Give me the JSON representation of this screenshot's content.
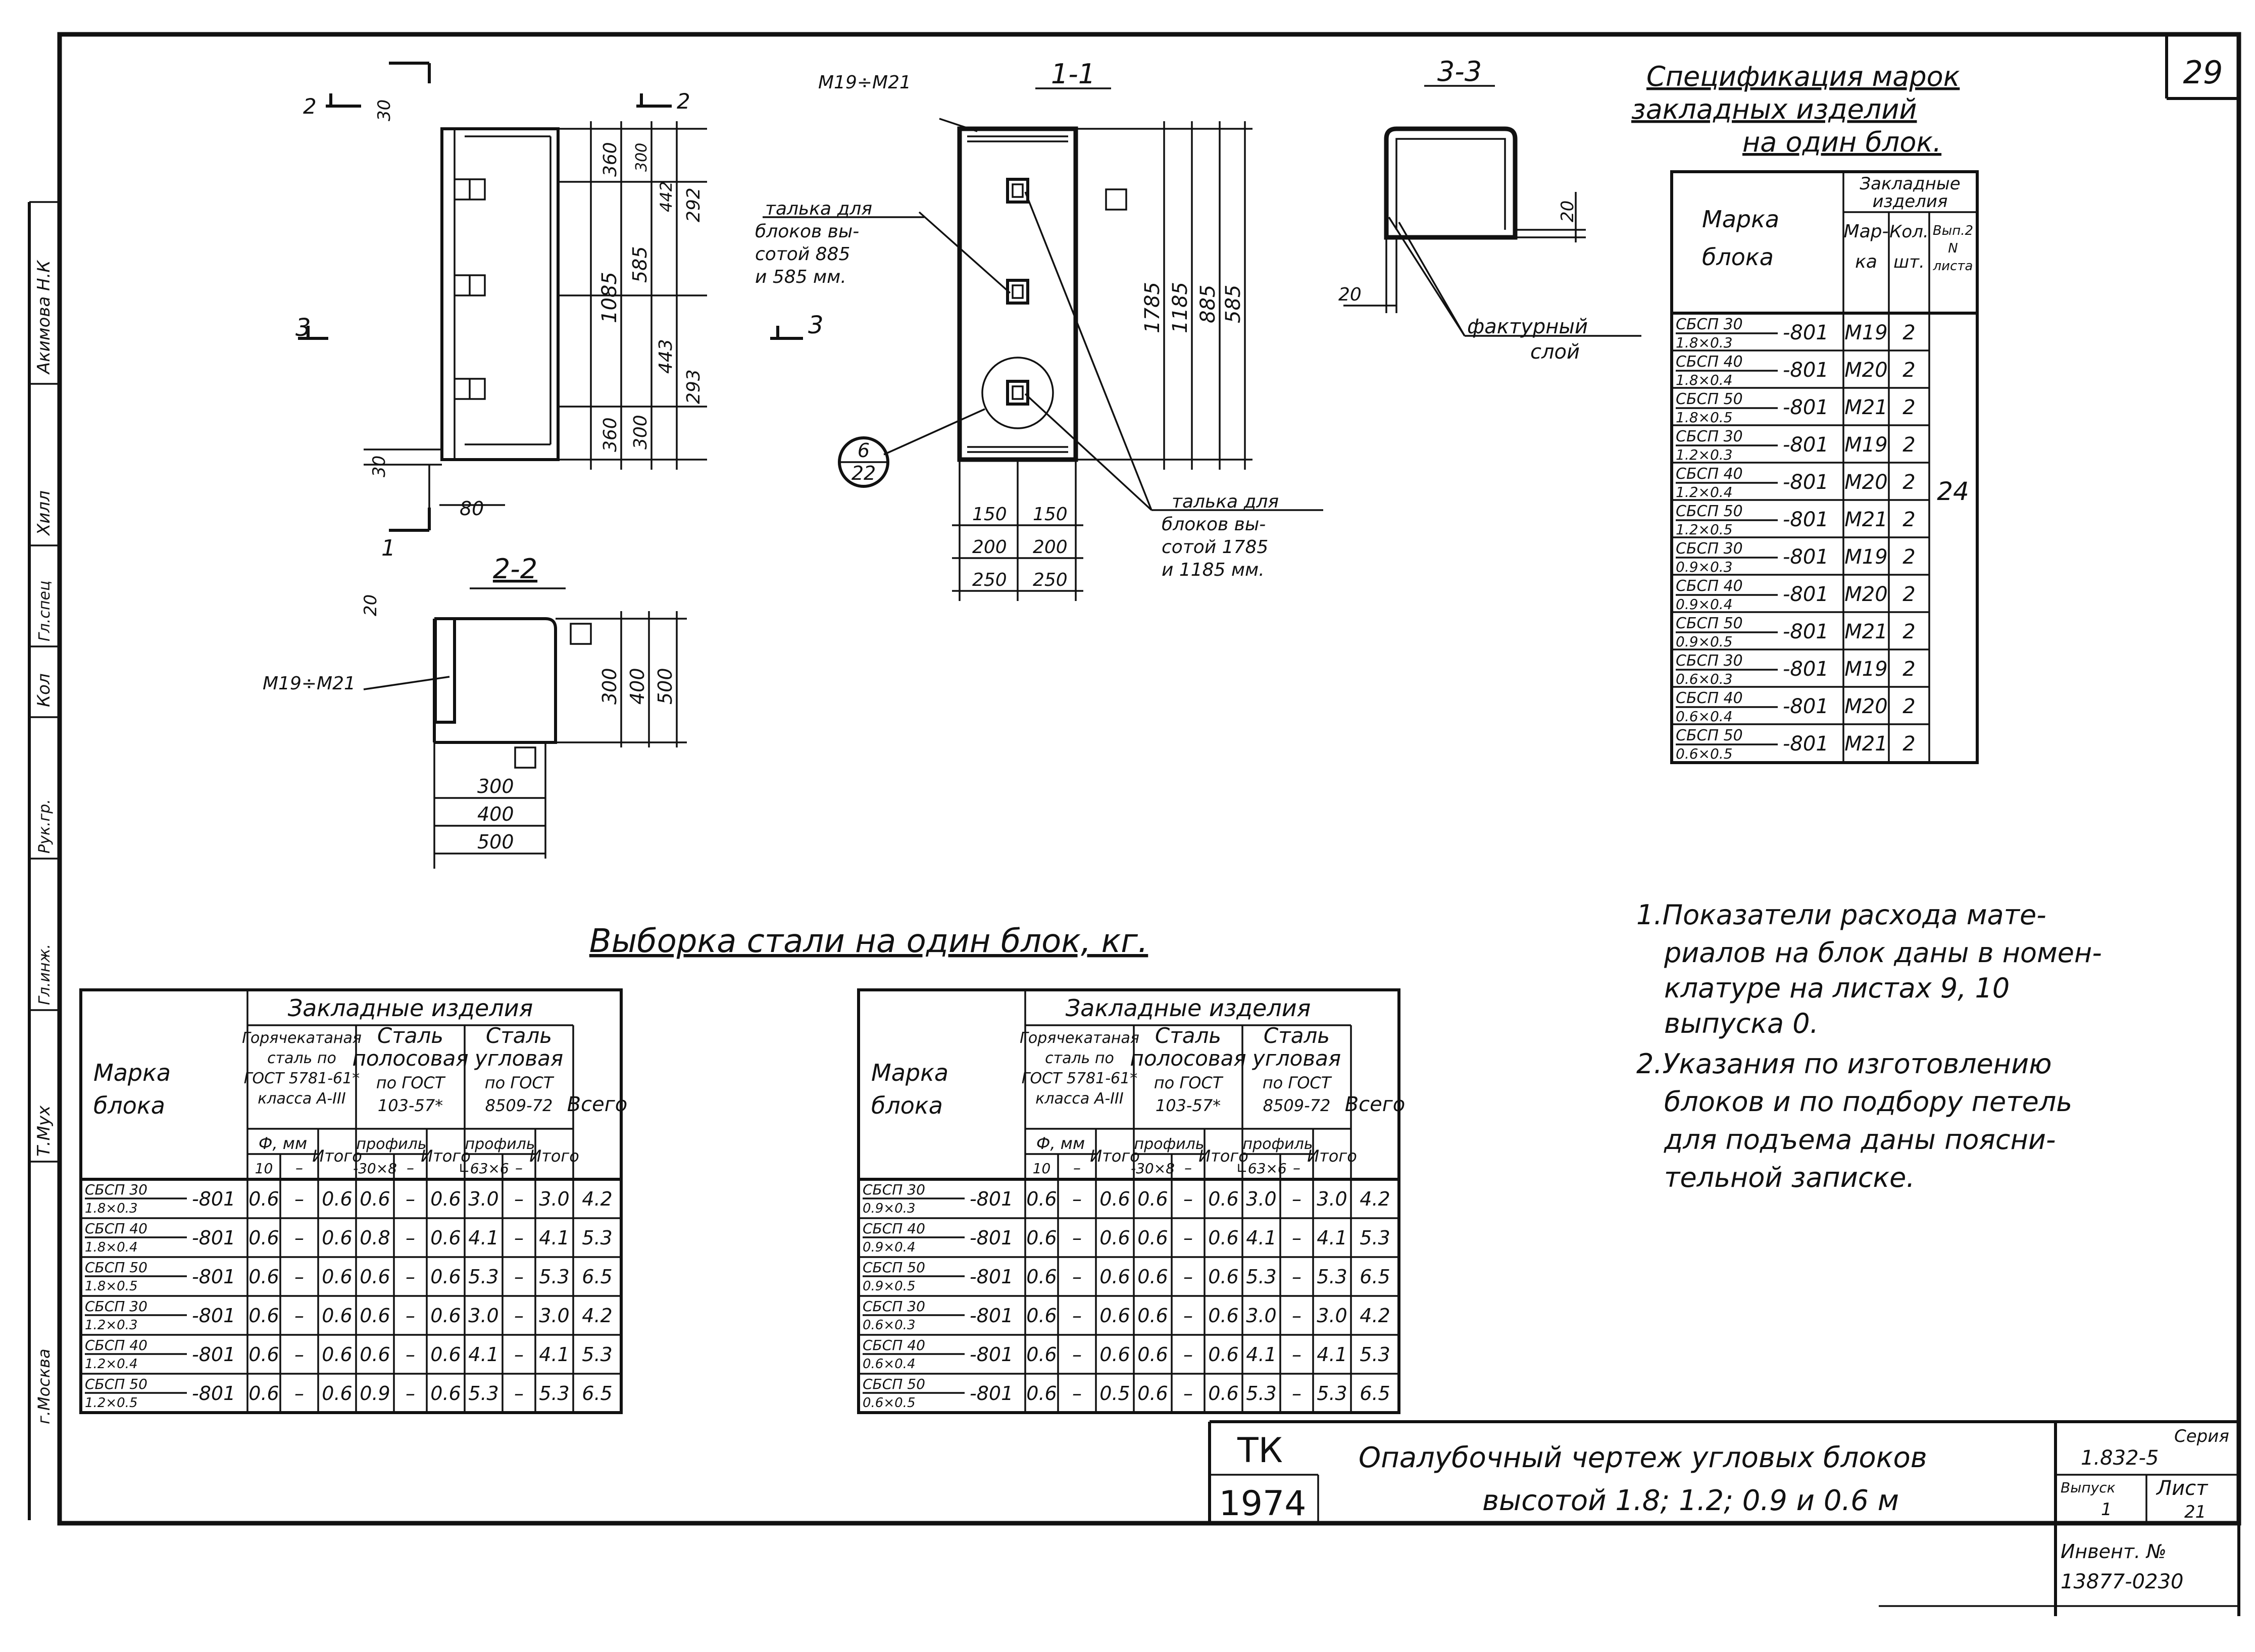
{
  "sheet_no": "29",
  "left_strip": [
    "Акимова Н.К",
    "Хилл",
    "Гл.спец",
    "Кол",
    "Рук.гр.",
    "Гл.инж.",
    "Т.Мух",
    "г.Москва"
  ],
  "elevation": {
    "cut_marks": [
      "2",
      "2",
      "3",
      "3",
      "1"
    ],
    "dims_left": [
      "30",
      "30",
      "80"
    ],
    "dims_col1": [
      "360",
      "1085",
      "360"
    ],
    "dims_col2": [
      "300",
      "585",
      "300"
    ],
    "dims_col3": [
      "442",
      "443"
    ],
    "dims_col4": [
      "292",
      "293"
    ]
  },
  "section22": {
    "title": "2-2",
    "callout": "М19÷М21",
    "dim20": "20",
    "dim_h": [
      "300",
      "400",
      "500"
    ],
    "dim_w": [
      "300",
      "400",
      "500"
    ]
  },
  "section11": {
    "title": "1-1",
    "callout_top": "М19÷М21",
    "note_a": [
      "талька для",
      "блоков вы-",
      "сотой 885",
      "и 585 мм."
    ],
    "note_b": [
      "талька для",
      "блоков вы-",
      "сотой 1785",
      "и 1185 мм."
    ],
    "node_top": "6",
    "node_bot": "22",
    "dims_h": [
      "1785",
      "1185",
      "885",
      "585"
    ],
    "dims_w": [
      [
        "150",
        "150"
      ],
      [
        "200",
        "200"
      ],
      [
        "250",
        "250"
      ]
    ]
  },
  "section33": {
    "title": "3-3",
    "dim_a": "20",
    "dim_b": "20",
    "label": [
      "фактурный",
      "слой"
    ]
  },
  "spec": {
    "title": [
      "Спецификация марок",
      "закладных изделий",
      "на один блок."
    ],
    "col_mark": [
      "Марка",
      "блока"
    ],
    "col_group": [
      "Закладные",
      "изделия"
    ],
    "col_sub": [
      [
        "Мар-",
        "ка"
      ],
      [
        "Кол.",
        "шт."
      ],
      [
        "Вып.2",
        "N",
        "листа"
      ]
    ],
    "rows": [
      {
        "top": "СБСП 30",
        "bot": "1.8×0.3",
        "suf": "-801",
        "mark": "М19",
        "qty": "2"
      },
      {
        "top": "СБСП 40",
        "bot": "1.8×0.4",
        "suf": "-801",
        "mark": "М20",
        "qty": "2"
      },
      {
        "top": "СБСП 50",
        "bot": "1.8×0.5",
        "suf": "-801",
        "mark": "М21",
        "qty": "2"
      },
      {
        "top": "СБСП 30",
        "bot": "1.2×0.3",
        "suf": "-801",
        "mark": "М19",
        "qty": "2"
      },
      {
        "top": "СБСП 40",
        "bot": "1.2×0.4",
        "suf": "-801",
        "mark": "М20",
        "qty": "2"
      },
      {
        "top": "СБСП 50",
        "bot": "1.2×0.5",
        "suf": "-801",
        "mark": "М21",
        "qty": "2"
      },
      {
        "top": "СБСП 30",
        "bot": "0.9×0.3",
        "suf": "-801",
        "mark": "М19",
        "qty": "2"
      },
      {
        "top": "СБСП 40",
        "bot": "0.9×0.4",
        "suf": "-801",
        "mark": "М20",
        "qty": "2"
      },
      {
        "top": "СБСП 50",
        "bot": "0.9×0.5",
        "suf": "-801",
        "mark": "М21",
        "qty": "2"
      },
      {
        "top": "СБСП 30",
        "bot": "0.6×0.3",
        "suf": "-801",
        "mark": "М19",
        "qty": "2"
      },
      {
        "top": "СБСП 40",
        "bot": "0.6×0.4",
        "suf": "-801",
        "mark": "М20",
        "qty": "2"
      },
      {
        "top": "СБСП 50",
        "bot": "0.6×0.5",
        "suf": "-801",
        "mark": "М21",
        "qty": "2"
      }
    ],
    "sheet_ref": "24"
  },
  "notes": [
    "1.Показатели расхода мате-",
    "риалов на блок даны в номен-",
    "клатуре на листах 9, 10",
    "выпуска 0.",
    "2.Указания по изготовлению",
    "блоков и по подбору петель",
    "для подъема даны поясни-",
    "тельной записке."
  ],
  "steel_title": "Выборка стали на один блок, кг.",
  "steel_head": {
    "mark": [
      "Марка",
      "блока"
    ],
    "group": "Закладные изделия",
    "g1": [
      "Горячекатаная",
      "сталь по",
      "ГОСТ 5781-61*",
      "класса А-III"
    ],
    "g2": [
      "Сталь",
      "полосовая",
      "по ГОСТ",
      "103-57*"
    ],
    "g3": [
      "Сталь",
      "угловая",
      "по ГОСТ",
      "8509-72"
    ],
    "total": "Всего",
    "phi": "Ф, мм",
    "profile": "профиль",
    "itogo": "Итого",
    "sub1": [
      "10",
      "–"
    ],
    "sub2": [
      "-30×8",
      "–"
    ],
    "sub3": [
      "∟63×6",
      "–"
    ]
  },
  "steel_left": [
    {
      "top": "СБСП 30",
      "bot": "1.8×0.3",
      "suf": "-801",
      "v": [
        "0.6",
        "–",
        "0.6",
        "0.6",
        "–",
        "0.6",
        "3.0",
        "–",
        "3.0",
        "4.2"
      ]
    },
    {
      "top": "СБСП 40",
      "bot": "1.8×0.4",
      "suf": "-801",
      "v": [
        "0.6",
        "–",
        "0.6",
        "0.8",
        "–",
        "0.6",
        "4.1",
        "–",
        "4.1",
        "5.3"
      ]
    },
    {
      "top": "СБСП 50",
      "bot": "1.8×0.5",
      "suf": "-801",
      "v": [
        "0.6",
        "–",
        "0.6",
        "0.6",
        "–",
        "0.6",
        "5.3",
        "–",
        "5.3",
        "6.5"
      ]
    },
    {
      "top": "СБСП 30",
      "bot": "1.2×0.3",
      "suf": "-801",
      "v": [
        "0.6",
        "–",
        "0.6",
        "0.6",
        "–",
        "0.6",
        "3.0",
        "–",
        "3.0",
        "4.2"
      ]
    },
    {
      "top": "СБСП 40",
      "bot": "1.2×0.4",
      "suf": "-801",
      "v": [
        "0.6",
        "–",
        "0.6",
        "0.6",
        "–",
        "0.6",
        "4.1",
        "–",
        "4.1",
        "5.3"
      ]
    },
    {
      "top": "СБСП 50",
      "bot": "1.2×0.5",
      "suf": "-801",
      "v": [
        "0.6",
        "–",
        "0.6",
        "0.9",
        "–",
        "0.6",
        "5.3",
        "–",
        "5.3",
        "6.5"
      ]
    }
  ],
  "steel_right": [
    {
      "top": "СБСП 30",
      "bot": "0.9×0.3",
      "suf": "-801",
      "v": [
        "0.6",
        "–",
        "0.6",
        "0.6",
        "–",
        "0.6",
        "3.0",
        "–",
        "3.0",
        "4.2"
      ]
    },
    {
      "top": "СБСП 40",
      "bot": "0.9×0.4",
      "suf": "-801",
      "v": [
        "0.6",
        "–",
        "0.6",
        "0.6",
        "–",
        "0.6",
        "4.1",
        "–",
        "4.1",
        "5.3"
      ]
    },
    {
      "top": "СБСП 50",
      "bot": "0.9×0.5",
      "suf": "-801",
      "v": [
        "0.6",
        "–",
        "0.6",
        "0.6",
        "–",
        "0.6",
        "5.3",
        "–",
        "5.3",
        "6.5"
      ]
    },
    {
      "top": "СБСП 30",
      "bot": "0.6×0.3",
      "suf": "-801",
      "v": [
        "0.6",
        "–",
        "0.6",
        "0.6",
        "–",
        "0.6",
        "3.0",
        "–",
        "3.0",
        "4.2"
      ]
    },
    {
      "top": "СБСП 40",
      "bot": "0.6×0.4",
      "suf": "-801",
      "v": [
        "0.6",
        "–",
        "0.6",
        "0.6",
        "–",
        "0.6",
        "4.1",
        "–",
        "4.1",
        "5.3"
      ]
    },
    {
      "top": "СБСП 50",
      "bot": "0.6×0.5",
      "suf": "-801",
      "v": [
        "0.6",
        "–",
        "0.5",
        "0.6",
        "–",
        "0.6",
        "5.3",
        "–",
        "5.3",
        "6.5"
      ]
    }
  ],
  "title_block": {
    "tk": "ТК",
    "year": "1974",
    "line1": "Опалубочный чертеж угловых блоков",
    "line2": "высотой 1.8; 1.2; 0.9 и 0.6 м",
    "seria_lbl": "Серия",
    "seria": "1.832-5",
    "vyp_lbl": "Выпуск",
    "vyp": "1",
    "list_lbl": "Лист",
    "list": "21",
    "inv_lbl": "Инвент. №",
    "inv": "13877-0230"
  }
}
